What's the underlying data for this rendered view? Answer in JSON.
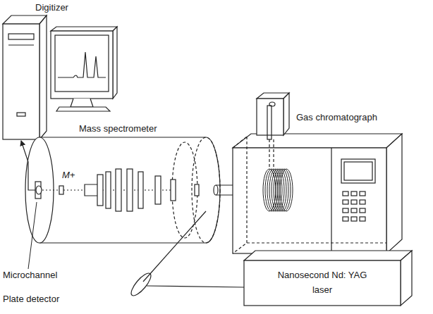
{
  "diagram": {
    "nodes": [
      {
        "text": [
          "Nanosecond Nd: YAG laser"
        ]
      }
    ],
    "labels": [
      "Digitizer",
      "Gas chromatograph",
      "Mass spectrometer",
      "M+",
      "Microchannel",
      "Plate detector"
    ]
  }
}
